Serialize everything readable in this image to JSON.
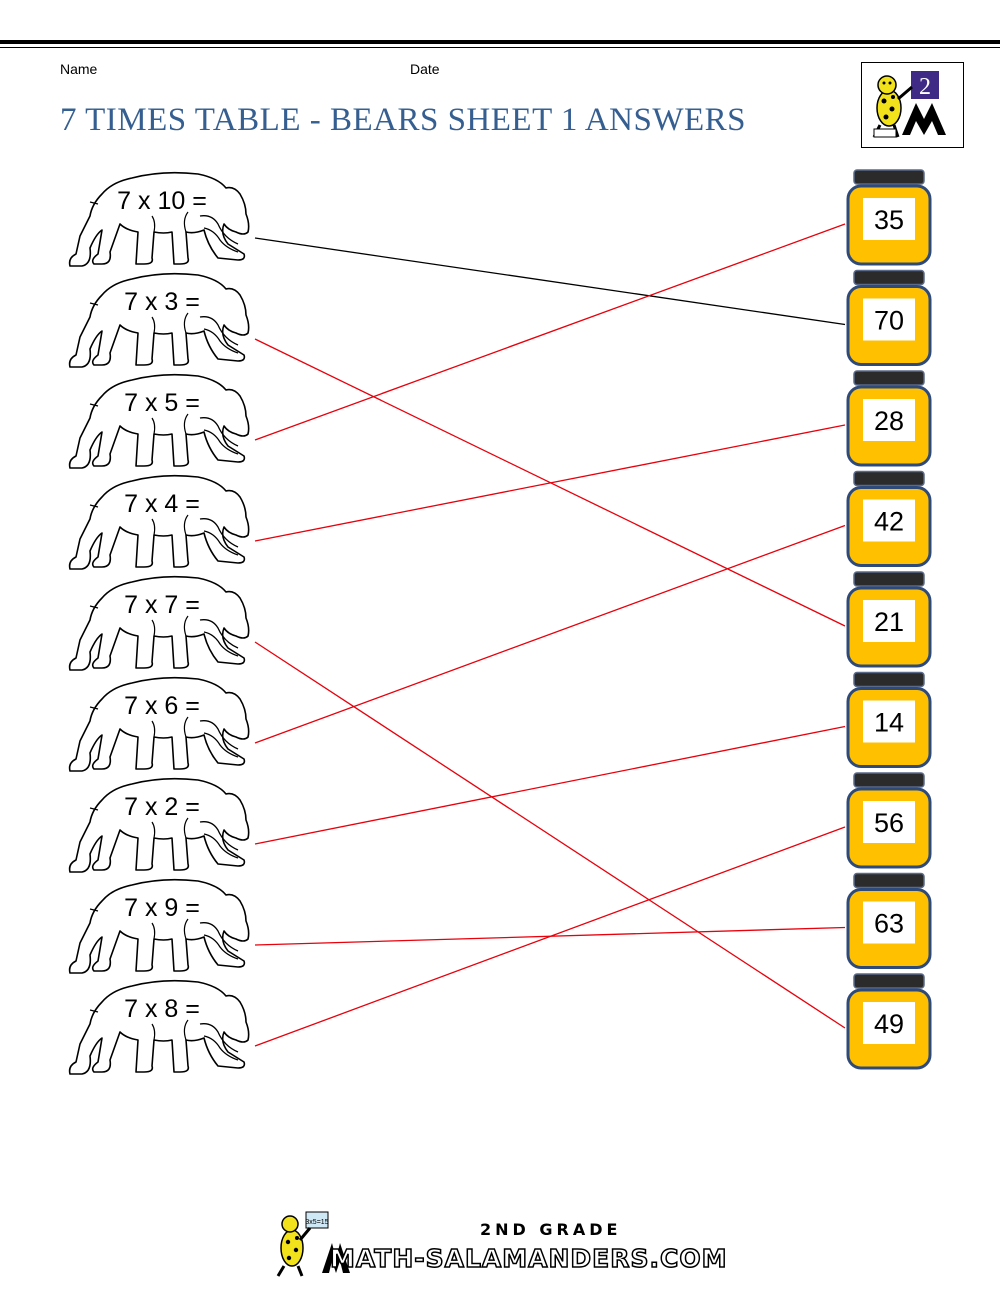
{
  "header": {
    "name_label": "Name",
    "date_label": "Date",
    "title": "7 TIMES TABLE - BEARS SHEET 1 ANSWERS",
    "logo_icon": "salamander-grade-2-logo-icon",
    "logo_digit": "2"
  },
  "bears": [
    {
      "label": "7 x 10 ="
    },
    {
      "label": "7 x 3 ="
    },
    {
      "label": "7 x 5 ="
    },
    {
      "label": "7 x 4 ="
    },
    {
      "label": "7 x 7 ="
    },
    {
      "label": "7 x 6 ="
    },
    {
      "label": "7 x 2 ="
    },
    {
      "label": "7 x 9 ="
    },
    {
      "label": "7 x 8 ="
    }
  ],
  "jars": [
    {
      "value": "35"
    },
    {
      "value": "70"
    },
    {
      "value": "28"
    },
    {
      "value": "42"
    },
    {
      "value": "21"
    },
    {
      "value": "14"
    },
    {
      "value": "56"
    },
    {
      "value": "63"
    },
    {
      "value": "49"
    }
  ],
  "connections": [
    {
      "bear": 0,
      "jar": 1,
      "color": "#000000"
    },
    {
      "bear": 1,
      "jar": 4,
      "color": "#e8000b"
    },
    {
      "bear": 2,
      "jar": 0,
      "color": "#e8000b"
    },
    {
      "bear": 3,
      "jar": 2,
      "color": "#e8000b"
    },
    {
      "bear": 4,
      "jar": 8,
      "color": "#e8000b"
    },
    {
      "bear": 5,
      "jar": 3,
      "color": "#e8000b"
    },
    {
      "bear": 6,
      "jar": 5,
      "color": "#e8000b"
    },
    {
      "bear": 7,
      "jar": 7,
      "color": "#e8000b"
    },
    {
      "bear": 8,
      "jar": 6,
      "color": "#e8000b"
    }
  ],
  "colors": {
    "title": "#365f91",
    "jar_fill": "#ffc000",
    "jar_border": "#2e4a7a",
    "jar_lid": "#2b2b2b"
  },
  "footer": {
    "grade": "2ND GRADE",
    "site": "MATH-SALAMANDERS.COM",
    "logo_icon": "salamander-mascot-icon",
    "mascot_card": "3x5=15"
  }
}
